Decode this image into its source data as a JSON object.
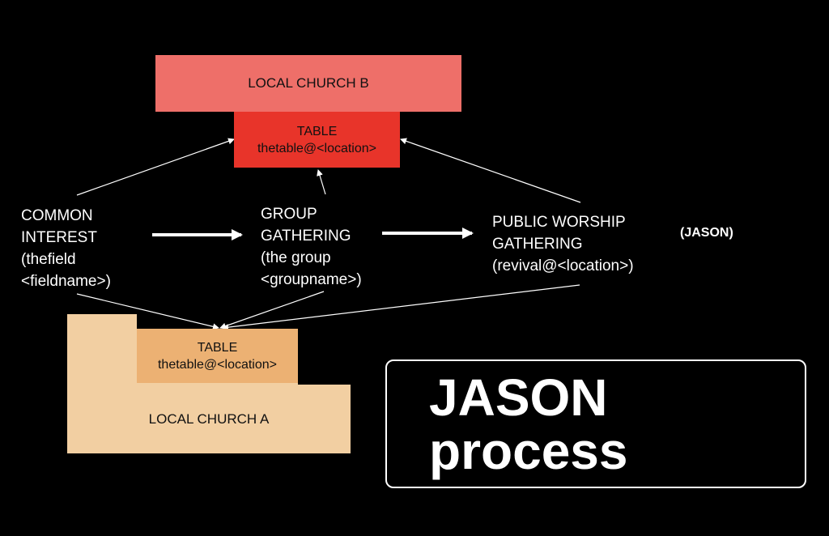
{
  "boxes": {
    "church_b": "LOCAL CHURCH B",
    "table_top": {
      "line1": "TABLE",
      "line2": "thetable@<location>"
    },
    "table_bottom": {
      "line1": "TABLE",
      "line2": "thetable@<location>"
    },
    "church_a": "LOCAL CHURCH A"
  },
  "nodes": {
    "common_interest": [
      "COMMON",
      "INTEREST",
      "(thefield",
      "<fieldname>)"
    ],
    "group_gathering": [
      "GROUP",
      "GATHERING",
      "(the group",
      "<groupname>)"
    ],
    "public_worship": [
      "PUBLIC WORSHIP",
      "GATHERING",
      "(revival@<location>)"
    ],
    "jason_tag": "(JASON)"
  },
  "process_box": {
    "line1": "JASON",
    "line2": "process"
  },
  "colors": {
    "background": "#000000",
    "church_b": "#ee6f69",
    "table_top": "#e8342a",
    "church_a": "#f2cfa2",
    "table_bottom": "#ecb173",
    "text_on_light": "#111111",
    "text_on_dark": "#ffffff"
  }
}
